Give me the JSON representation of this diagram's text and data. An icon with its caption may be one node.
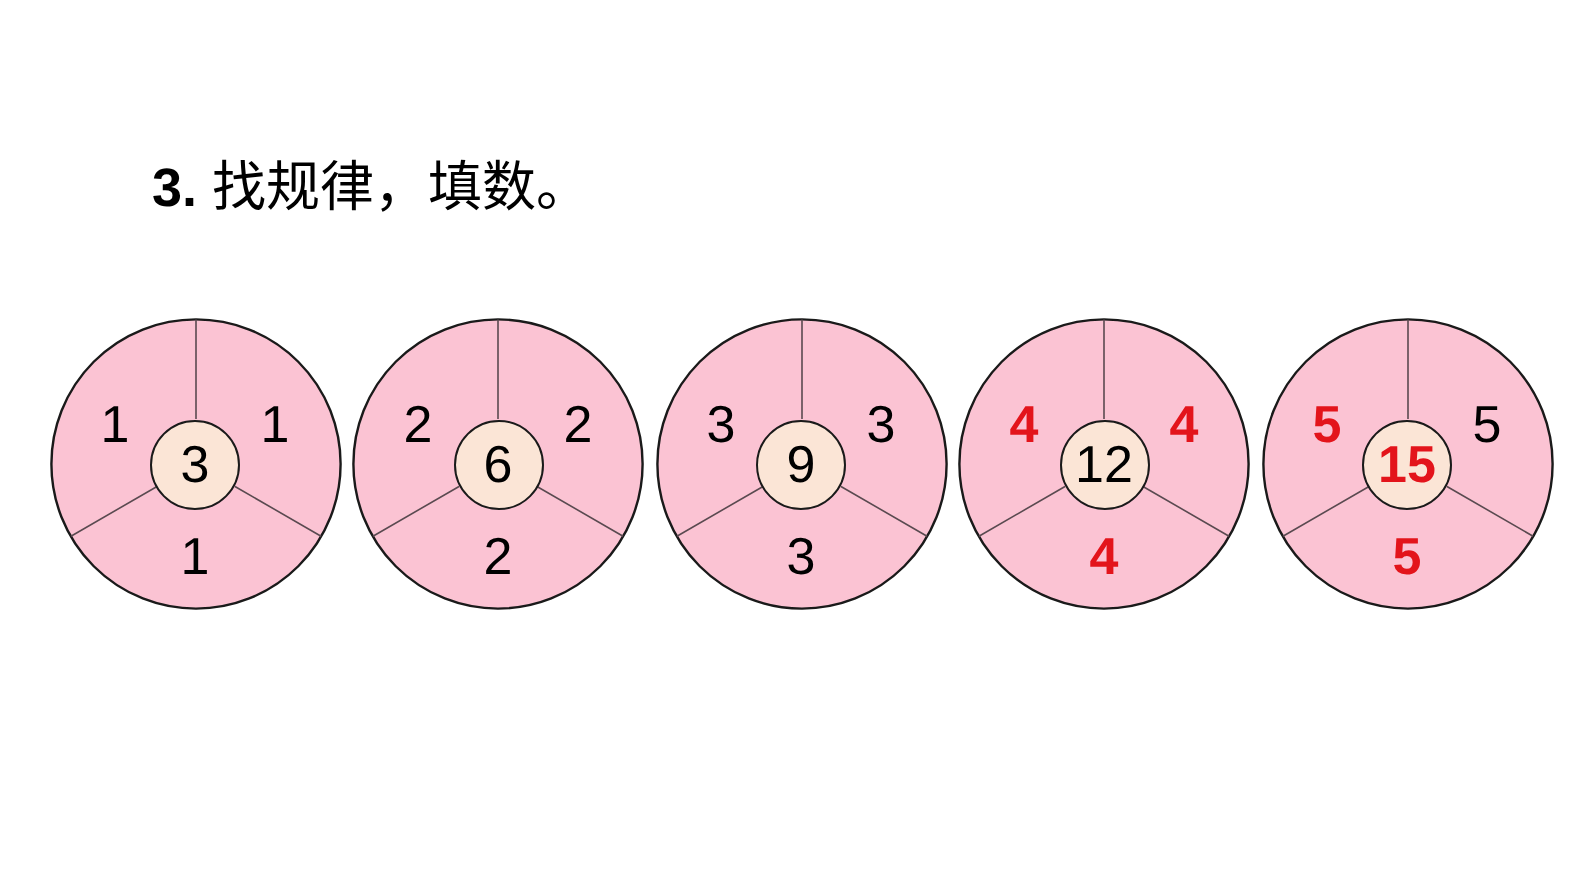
{
  "diagram": {
    "title": "**3.** 找规律，填数。",
    "nodes": [
      {
        "text": [
          "1",
          "1",
          "1"
        ]
      },
      {
        "text": [
          "3"
        ],
        "in": 0
      },
      {
        "text": [
          "2",
          "2",
          "2"
        ]
      },
      {
        "text": [
          "6"
        ],
        "in": 2
      },
      {
        "text": [
          "3",
          "3",
          "3"
        ]
      },
      {
        "text": [
          "9"
        ],
        "in": 4
      },
      {
        "text": [
          "4",
          "4",
          "4"
        ]
      },
      {
        "text": [
          "12"
        ],
        "in": 6
      },
      {
        "text": [
          "5",
          "5",
          "5"
        ]
      },
      {
        "text": [
          "15"
        ],
        "in": 8
      }
    ]
  }
}
